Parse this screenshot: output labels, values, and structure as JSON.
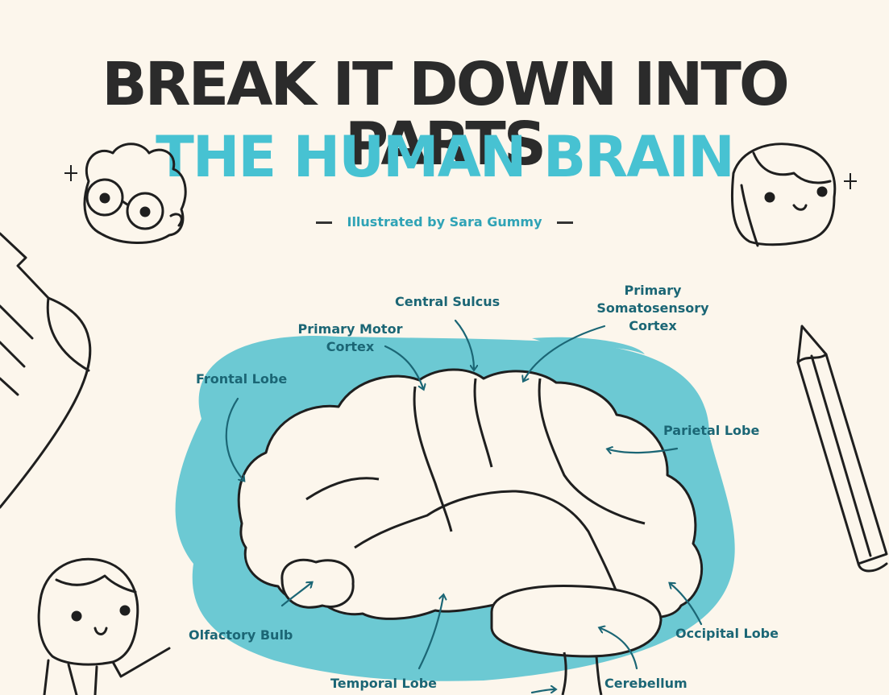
{
  "header": {
    "title": "BREAK IT DOWN INTO PARTS",
    "subtitle": "THE HUMAN BRAIN",
    "credit": "Illustrated by Sara Gummy"
  },
  "labels": {
    "central_sulcus": "Central Sulcus",
    "primary_somatosensory_cortex_line1": "Primary",
    "primary_somatosensory_cortex_line2": "Somatosensory",
    "primary_somatosensory_cortex_line3": "Cortex",
    "primary_motor_cortex_line1": "Primary Motor",
    "primary_motor_cortex_line2": "Cortex",
    "frontal_lobe": "Frontal Lobe",
    "parietal_lobe": "Parietal Lobe",
    "olfactory_bulb": "Olfactory Bulb",
    "occipital_lobe": "Occipital Lobe",
    "temporal_lobe": "Temporal Lobe",
    "cerebellum": "Cerebellum"
  },
  "colors": {
    "background": "#fcf6ec",
    "accent": "#47c2d2",
    "blob": "#6cc9d3",
    "label": "#1b6675",
    "ink": "#2b2b2b"
  },
  "icons": [
    "boy-with-glasses-icon",
    "girl-face-icon",
    "teacher-girl-icon",
    "paper-sheet-icon",
    "pencil-icon",
    "sparkle-icon"
  ]
}
